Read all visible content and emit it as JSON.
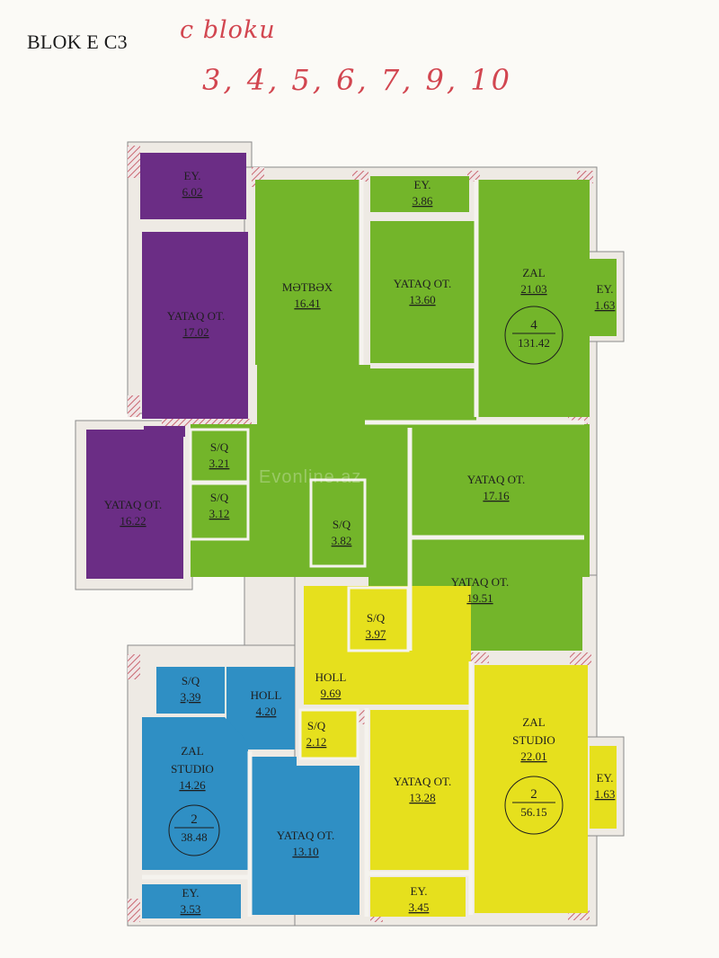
{
  "header": {
    "title": "BLOK E C3",
    "note_line1": "c bloku",
    "note_line2": "3, 4, 5, 6, 7, 9, 10"
  },
  "watermark": "Evonline.az",
  "colors": {
    "unit4": "#73b52a",
    "unit2_left": "#2f8fc4",
    "unit2_right": "#e6e01d",
    "purple": "#6b2d85",
    "wall": "#f5f3ee",
    "hatch": "#c9666f"
  },
  "rooms": {
    "ey_602": {
      "name": "EY.",
      "area": "6.02"
    },
    "yataq_1702": {
      "name": "YATAQ OT.",
      "area": "17.02"
    },
    "yataq_1622": {
      "name": "YATAQ OT.",
      "area": "16.22"
    },
    "metbex": {
      "name": "MƏTBƏX",
      "area": "16.41"
    },
    "ey_386": {
      "name": "EY.",
      "area": "3.86"
    },
    "yataq_1360": {
      "name": "YATAQ OT.",
      "area": "13.60"
    },
    "zal_2103": {
      "name": "ZAL",
      "area": "21.03"
    },
    "ey_163_top": {
      "name": "EY.",
      "area": "1.63"
    },
    "sq_321": {
      "name": "S/Q",
      "area": "3.21"
    },
    "sq_312": {
      "name": "S/Q",
      "area": "3.12"
    },
    "sq_382": {
      "name": "S/Q",
      "area": "3.82"
    },
    "yataq_1716": {
      "name": "YATAQ OT.",
      "area": "17.16"
    },
    "yataq_1951": {
      "name": "YATAQ OT.",
      "area": "19.51"
    },
    "sq_397": {
      "name": "S/Q",
      "area": "3.97"
    },
    "holl_969": {
      "name": "HOLL",
      "area": "9.69"
    },
    "sq_212": {
      "name": "S/Q",
      "area": "2.12"
    },
    "yataq_1328": {
      "name": "YATAQ OT.",
      "area": "13.28"
    },
    "zal_studio_2201": {
      "name1": "ZAL",
      "name2": "STUDIO",
      "area": "22.01"
    },
    "ey_163_bottom": {
      "name": "EY.",
      "area": "1.63"
    },
    "ey_345": {
      "name": "EY.",
      "area": "3.45"
    },
    "sq_339": {
      "name": "S/Q",
      "area": "3,39"
    },
    "holl_420": {
      "name": "HOLL",
      "area": "4.20"
    },
    "zal_studio_1426": {
      "name1": "ZAL",
      "name2": "STUDIO",
      "area": "14.26"
    },
    "yataq_1310": {
      "name": "YATAQ OT.",
      "area": "13.10"
    },
    "ey_353": {
      "name": "EY.",
      "area": "3.53"
    }
  },
  "units": {
    "unit_green": {
      "rooms": "4",
      "total": "131.42"
    },
    "unit_yellow": {
      "rooms": "2",
      "total": "56.15"
    },
    "unit_blue": {
      "rooms": "2",
      "total": "38.48"
    }
  }
}
